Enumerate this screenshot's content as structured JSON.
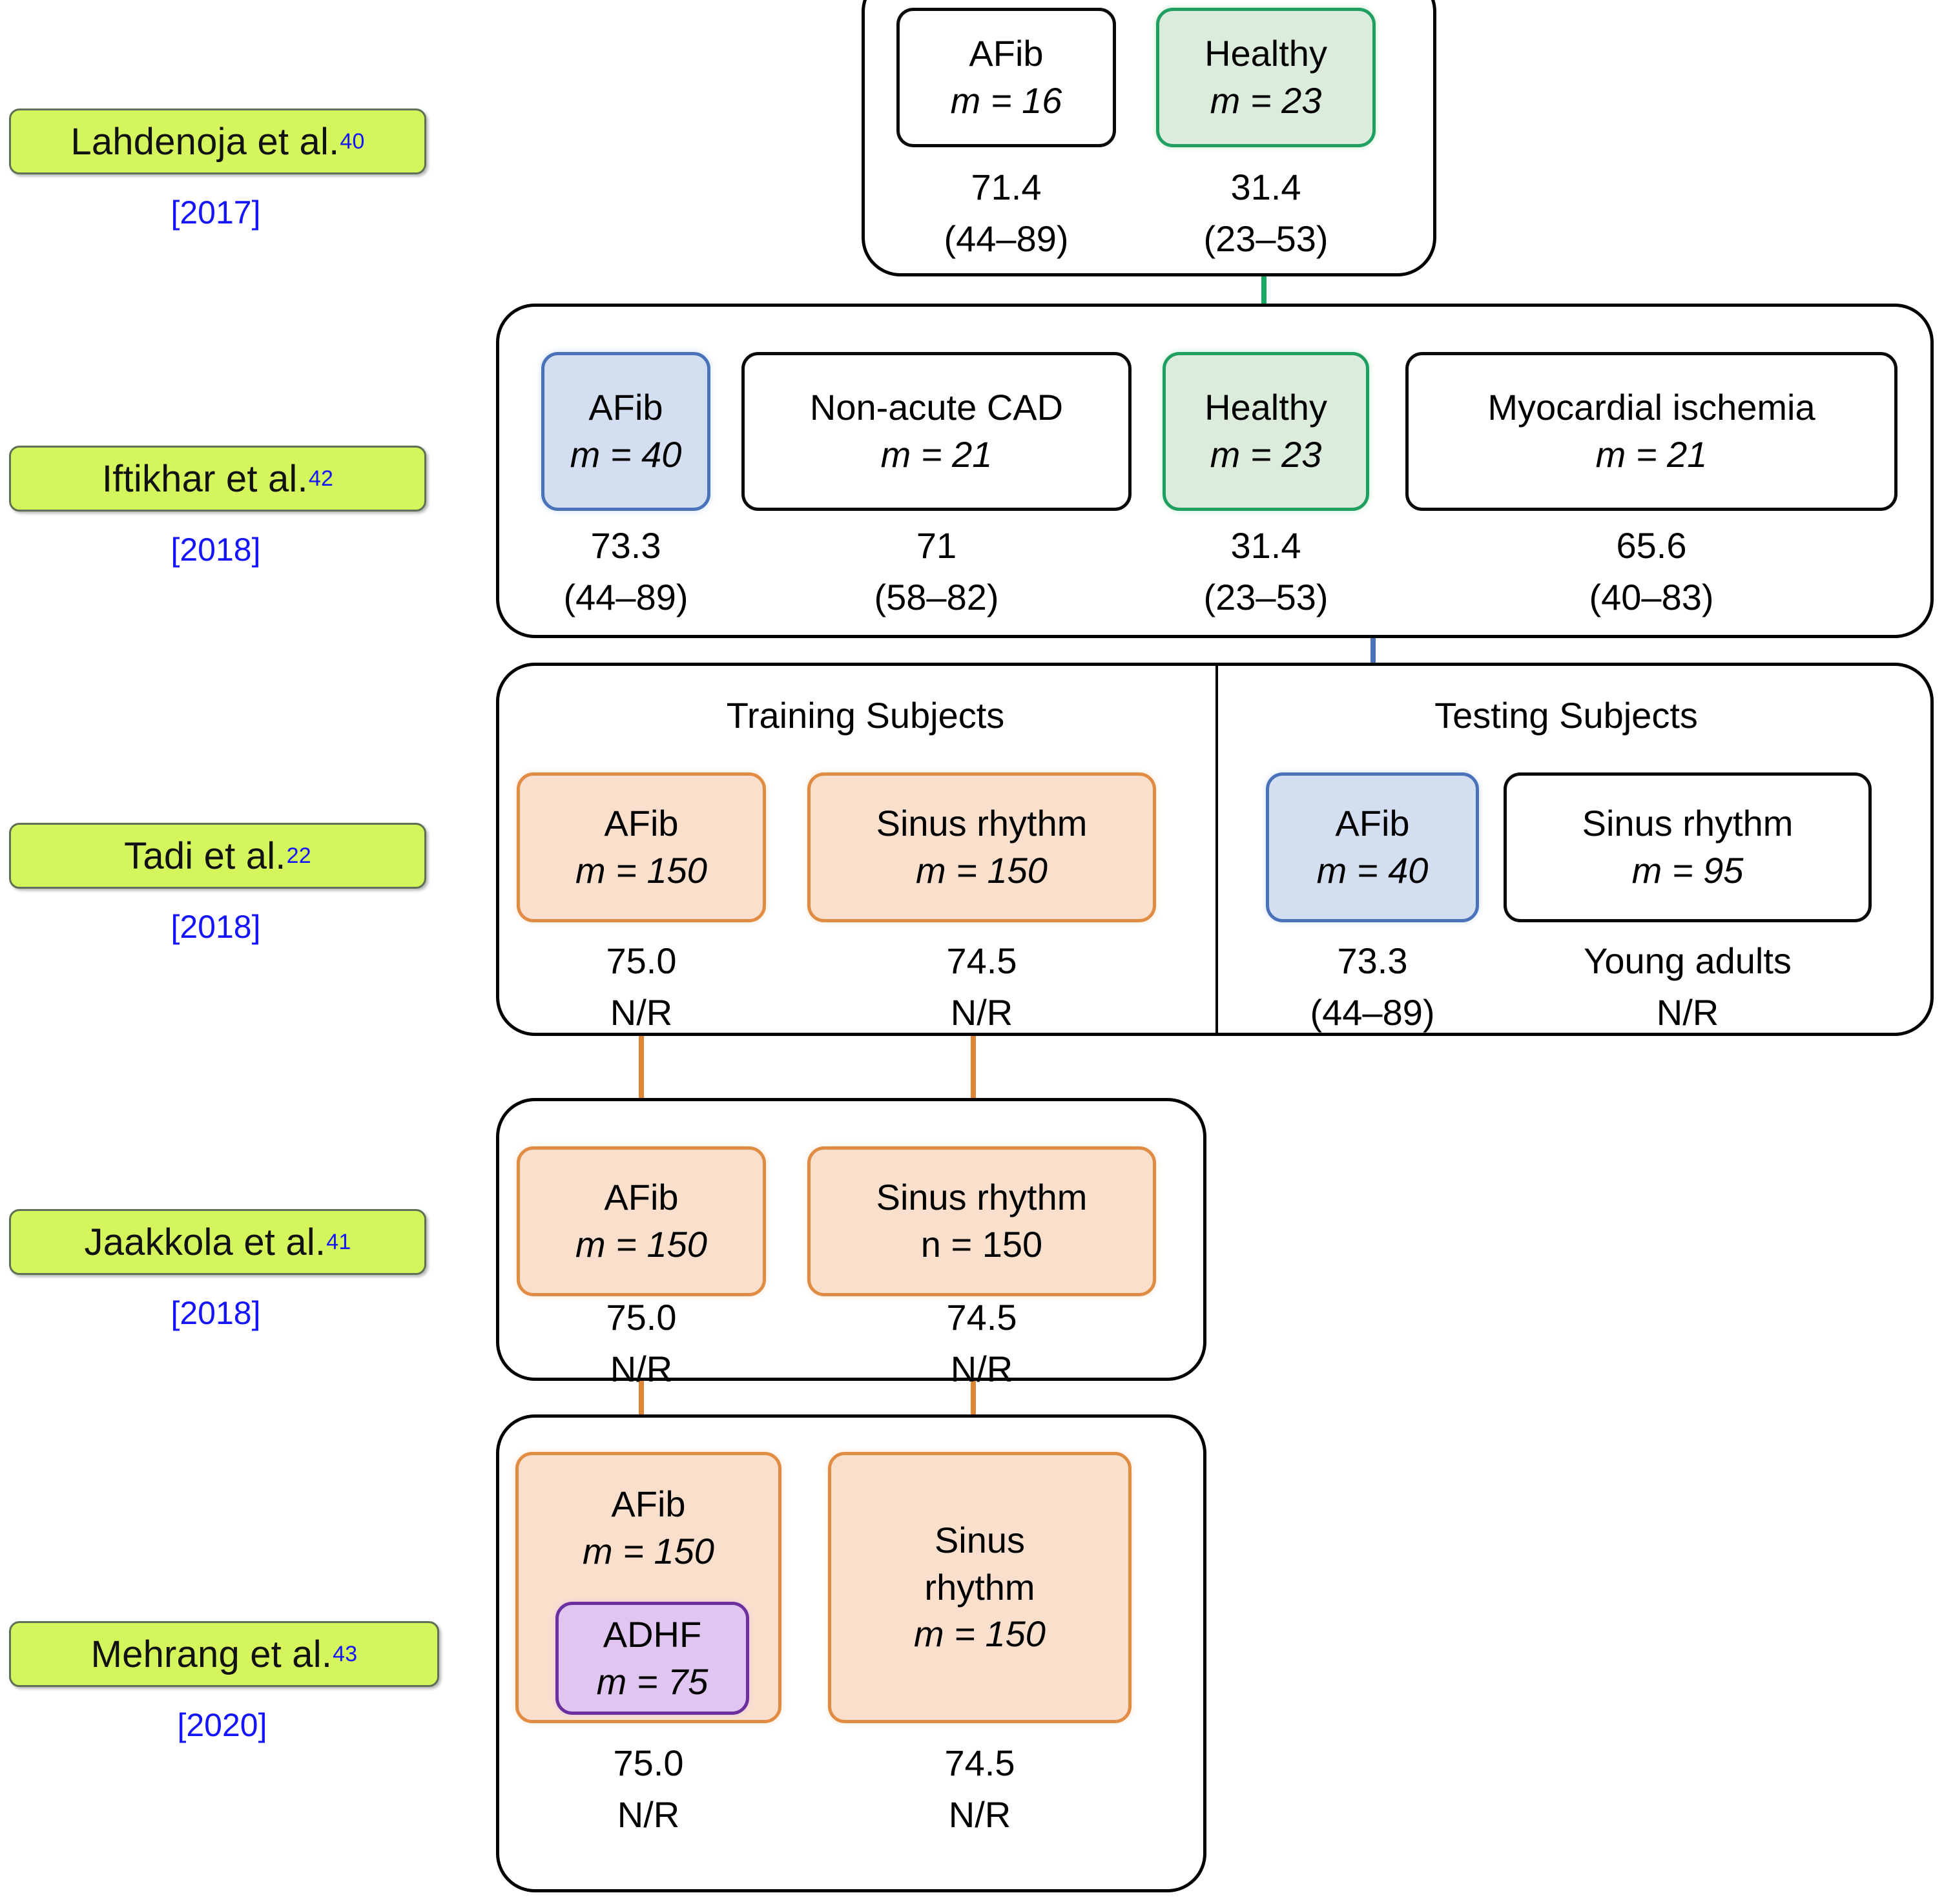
{
  "diagram": {
    "title": "Evolution of study cohorts across seismocardiography AFib studies",
    "colors": {
      "label_fill": "#d4f55c",
      "label_border": "#5f7055",
      "year_text": "#1414ff",
      "green_box": "#dcecdc",
      "green_border": "#20a060",
      "blue_box": "#d3dff1",
      "blue_border": "#4a72b8",
      "orange_box": "#fae0cc",
      "orange_border": "#e08c44",
      "purple_box": "#dfc5ef",
      "purple_border": "#6b2f9e",
      "panel_border": "#000000"
    }
  },
  "studies": [
    {
      "author": "Lahdenoja et al.",
      "ref": "40",
      "year": "[2017]",
      "cohorts": [
        {
          "name": "AFib",
          "count": "m = 16",
          "style": "white",
          "age_mean": "71.4",
          "age_range": "(44–89)"
        },
        {
          "name": "Healthy",
          "count": "m = 23",
          "style": "green",
          "age_mean": "31.4",
          "age_range": "(23–53)"
        }
      ]
    },
    {
      "author": "Iftikhar et al.",
      "ref": "42",
      "year": "[2018]",
      "cohorts": [
        {
          "name": "AFib",
          "count": "m = 40",
          "style": "blue",
          "age_mean": "73.3",
          "age_range": "(44–89)"
        },
        {
          "name": "Non-acute CAD",
          "count": "m = 21",
          "style": "white",
          "age_mean": "71",
          "age_range": "(58–82)"
        },
        {
          "name": "Healthy",
          "count": "m = 23",
          "style": "green",
          "age_mean": "31.4",
          "age_range": "(23–53)"
        },
        {
          "name": "Myocardial ischemia",
          "count": "m = 21",
          "style": "white",
          "age_mean": "65.6",
          "age_range": "(40–83)"
        }
      ]
    },
    {
      "author": "Tadi et al.",
      "ref": "22",
      "year": "[2018]",
      "groups": [
        {
          "title": "Training Subjects"
        },
        {
          "title": "Testing Subjects"
        }
      ],
      "cohorts": [
        {
          "name": "AFib",
          "count": "m = 150",
          "style": "orange",
          "age_mean": "75.0",
          "age_range": "N/R",
          "group": "Training Subjects"
        },
        {
          "name": "Sinus rhythm",
          "count": "m = 150",
          "style": "orange",
          "age_mean": "74.5",
          "age_range": "N/R",
          "group": "Training Subjects"
        },
        {
          "name": "AFib",
          "count": "m = 40",
          "style": "blue",
          "age_mean": "73.3",
          "age_range": "(44–89)",
          "group": "Testing Subjects"
        },
        {
          "name": "Sinus rhythm",
          "count": "m = 95",
          "style": "white",
          "age_mean": "Young adults",
          "age_range": "N/R",
          "group": "Testing Subjects"
        }
      ]
    },
    {
      "author": "Jaakkola et al.",
      "ref": "41",
      "year": "[2018]",
      "cohorts": [
        {
          "name": "AFib",
          "count": "m = 150",
          "style": "orange",
          "age_mean": "75.0",
          "age_range": "N/R"
        },
        {
          "name": "Sinus rhythm",
          "count": "n = 150",
          "style": "orange",
          "age_mean": "74.5",
          "age_range": "N/R"
        }
      ]
    },
    {
      "author": "Mehrang et al.",
      "ref": "43",
      "year": "[2020]",
      "cohorts": [
        {
          "name": "AFib",
          "count": "m = 150",
          "style": "orange",
          "age_mean": "75.0",
          "age_range": "N/R",
          "nested": {
            "name": "ADHF",
            "count": "m = 75",
            "style": "purple"
          }
        },
        {
          "name": "Sinus rhythm",
          "count": "m = 150",
          "style": "orange",
          "age_mean": "74.5",
          "age_range": "N/R"
        }
      ]
    }
  ],
  "labels": {
    "s1_author": "Lahdenoja et al.",
    "s1_ref": "40",
    "s1_year": "[2017]",
    "s2_author": "Iftikhar et al.",
    "s2_ref": "42",
    "s2_year": "[2018]",
    "s3_author": "Tadi et al.",
    "s3_ref": "22",
    "s3_year": "[2018]",
    "s4_author": "Jaakkola et al.",
    "s4_ref": "41",
    "s4_year": "[2018]",
    "s5_author": "Mehrang et al.",
    "s5_ref": "43",
    "s5_year": "[2020]"
  },
  "p1": {
    "afib_name": "AFib",
    "afib_count": "m = 16",
    "healthy_name": "Healthy",
    "healthy_count": "m = 23",
    "afib_mean": "71.4",
    "afib_range": "(44–89)",
    "healthy_mean": "31.4",
    "healthy_range": "(23–53)"
  },
  "p2": {
    "afib_name": "AFib",
    "afib_count": "m = 40",
    "cad_name": "Non-acute CAD",
    "cad_count": "m = 21",
    "healthy_name": "Healthy",
    "healthy_count": "m = 23",
    "isch_name": "Myocardial ischemia",
    "isch_count": "m = 21",
    "afib_mean": "73.3",
    "afib_range": "(44–89)",
    "cad_mean": "71",
    "cad_range": "(58–82)",
    "healthy_mean": "31.4",
    "healthy_range": "(23–53)",
    "isch_mean": "65.6",
    "isch_range": "(40–83)"
  },
  "p3": {
    "training_title": "Training Subjects",
    "testing_title": "Testing Subjects",
    "tr_afib_name": "AFib",
    "tr_afib_count": "m = 150",
    "tr_sinus_name": "Sinus rhythm",
    "tr_sinus_count": "m = 150",
    "te_afib_name": "AFib",
    "te_afib_count": "m = 40",
    "te_sinus_name": "Sinus rhythm",
    "te_sinus_count": "m = 95",
    "tr_afib_mean": "75.0",
    "tr_afib_range": "N/R",
    "tr_sinus_mean": "74.5",
    "tr_sinus_range": "N/R",
    "te_afib_mean": "73.3",
    "te_afib_range": "(44–89)",
    "te_sinus_mean": "Young adults",
    "te_sinus_range": "N/R"
  },
  "p4": {
    "afib_name": "AFib",
    "afib_count": "m = 150",
    "sinus_name": "Sinus rhythm",
    "sinus_count": "n = 150",
    "afib_mean": "75.0",
    "afib_range": "N/R",
    "sinus_mean": "74.5",
    "sinus_range": "N/R"
  },
  "p5": {
    "afib_name": "AFib",
    "afib_count": "m = 150",
    "adhf_name": "ADHF",
    "adhf_count": "m = 75",
    "sinus_name1": "Sinus",
    "sinus_name2": "rhythm",
    "sinus_count": "m = 150",
    "afib_mean": "75.0",
    "afib_range": "N/R",
    "sinus_mean": "74.5",
    "sinus_range": "N/R"
  }
}
